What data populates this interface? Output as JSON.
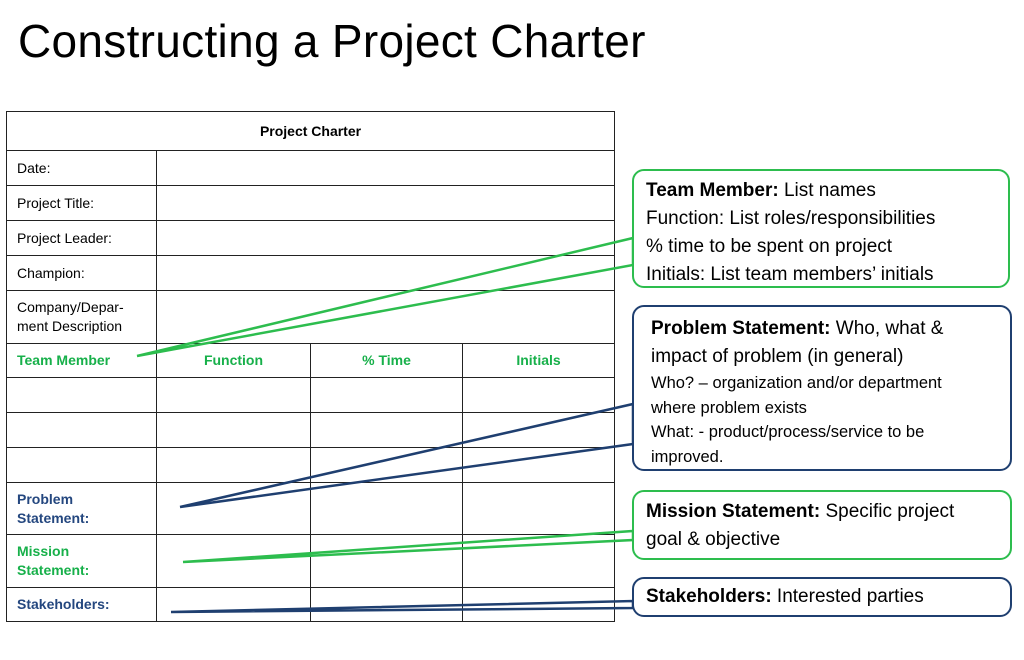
{
  "title": "Constructing a Project Charter",
  "table": {
    "header": "Project Charter",
    "info_rows": [
      "Date:",
      "Project Title:",
      "Project Leader:",
      "Champion:"
    ],
    "company_row": [
      "Company/Depar-",
      "ment Description"
    ],
    "team_headers": [
      "Team Member",
      "Function",
      "% Time",
      "Initials"
    ],
    "problem_label": [
      "Problem",
      "Statement:"
    ],
    "mission_label": [
      "Mission",
      "Statement:"
    ],
    "stakeholders_label": "Stakeholders:"
  },
  "callouts": {
    "team": {
      "title": "Team Member:",
      "title_rest": " List names",
      "lines": [
        "Function: List roles/responsibilities",
        "% time to be spent on project",
        "Initials: List team members’ initials"
      ]
    },
    "problem": {
      "title": "Problem Statement:",
      "title_rest": " Who, what &",
      "line2": "impact of problem (in general)",
      "small_lines": [
        "Who? – organization and/or department",
        "where problem exists",
        "What: - product/process/service to be",
        "improved."
      ]
    },
    "mission": {
      "title": "Mission Statement:",
      "title_rest": " Specific project",
      "line2": "goal & objective"
    },
    "stakeholders": {
      "title": "Stakeholders:",
      "title_rest": " Interested parties"
    }
  },
  "colors": {
    "green": "#2dbd4e",
    "blue": "#1f3f70"
  }
}
